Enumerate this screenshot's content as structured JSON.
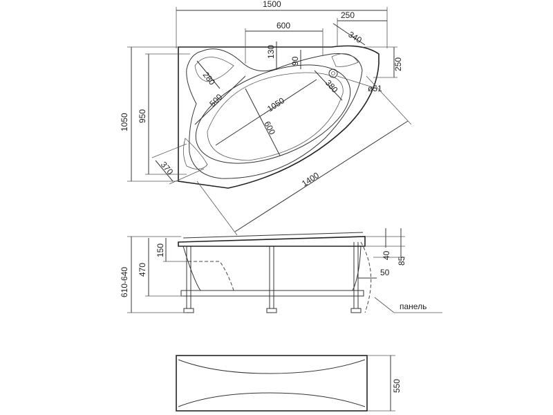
{
  "top_view": {
    "dims": {
      "width_total": "1500",
      "width_inner": "600",
      "corner_width": "250",
      "diag_340": "340",
      "diag_280": "280",
      "vert_130": "130",
      "vert_90": "90",
      "side_250": "250",
      "diag_500": "500",
      "diag_1050": "1050",
      "diag_600": "600",
      "diag_380": "380",
      "drain_d51": "ø51",
      "height_1050": "1050",
      "height_950": "950",
      "diag_370": "370",
      "diag_1400": "1400"
    }
  },
  "side_view": {
    "dims": {
      "height_range": "610-640",
      "depth_470": "470",
      "rim_150": "150",
      "dim_40": "40",
      "dim_85": "85",
      "dim_50": "50"
    },
    "panel_label": "панель"
  },
  "front_panel": {
    "dims": {
      "height_550": "550"
    }
  }
}
